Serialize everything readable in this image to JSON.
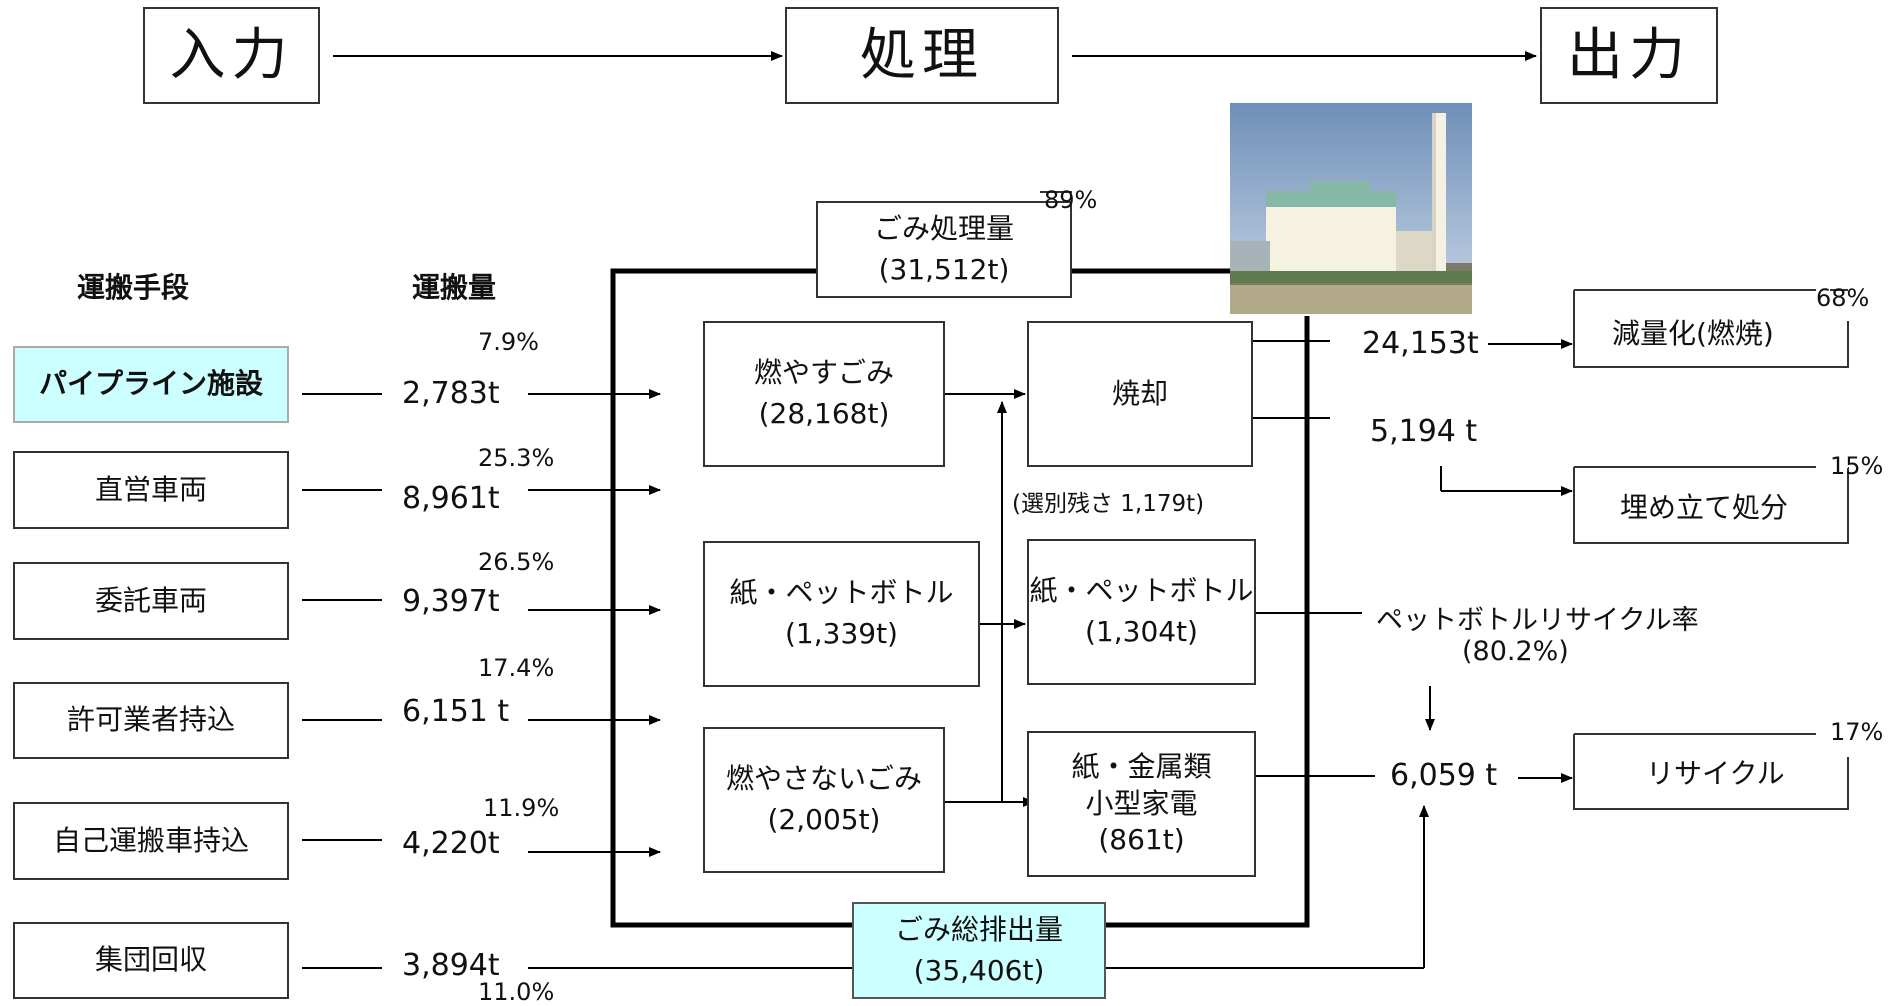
{
  "stages": {
    "input": "入力",
    "process": "処理",
    "output": "出力"
  },
  "headers": {
    "means": "運搬手段",
    "amount": "運搬量"
  },
  "sources": [
    {
      "label": "パイプライン施設",
      "amount": "2,783t",
      "pct": "7.9%"
    },
    {
      "label": "直営車両",
      "amount": "8,961t",
      "pct": "25.3%"
    },
    {
      "label": "委託車両",
      "amount": "9,397t",
      "pct": "26.5%"
    },
    {
      "label": "許可業者持込",
      "amount": "6,151 t",
      "pct": "17.4%"
    },
    {
      "label": "自己運搬車持込",
      "amount": "4,220t",
      "pct": "11.9%"
    },
    {
      "label": "集団回収",
      "amount": "3,894t",
      "pct": "11.0%"
    }
  ],
  "processing_total": {
    "line1": "ごみ処理量",
    "line2": "(31,512t)",
    "pct": "89%"
  },
  "waste_types": [
    {
      "line1": "燃やすごみ",
      "line2": "(28,168t)"
    },
    {
      "line1": "紙・ペットボトル",
      "line2": "(1,339t)"
    },
    {
      "line1": "燃やさないごみ",
      "line2": "(2,005t)"
    }
  ],
  "treatment": {
    "incineration": "焼却",
    "residue_note": "(選別残さ 1,179t)",
    "paper_pet": {
      "line1": "紙・ペットボトル",
      "line2": "(1,304t)"
    },
    "metals": {
      "line1": "紙・金属類",
      "line2": "小型家電",
      "line3": "(861t)"
    }
  },
  "total_discharge": {
    "line1": "ごみ総排出量",
    "line2": "(35,406t)"
  },
  "flows": {
    "reduction_amount": "24,153t",
    "landfill_amount": "5,194 t",
    "recycle_amount": "6,059 t"
  },
  "pet_rate": {
    "label": "ペットボトルリサイクル率",
    "value": "(80.2%)"
  },
  "outputs": [
    {
      "label": "減量化(燃焼)",
      "pct": "68%"
    },
    {
      "label": "埋め立て処分",
      "pct": "15%"
    },
    {
      "label": "リサイクル",
      "pct": "17%"
    }
  ],
  "colors": {
    "highlight": "#ccffff",
    "line": "#000000",
    "box_border": "#333333"
  }
}
